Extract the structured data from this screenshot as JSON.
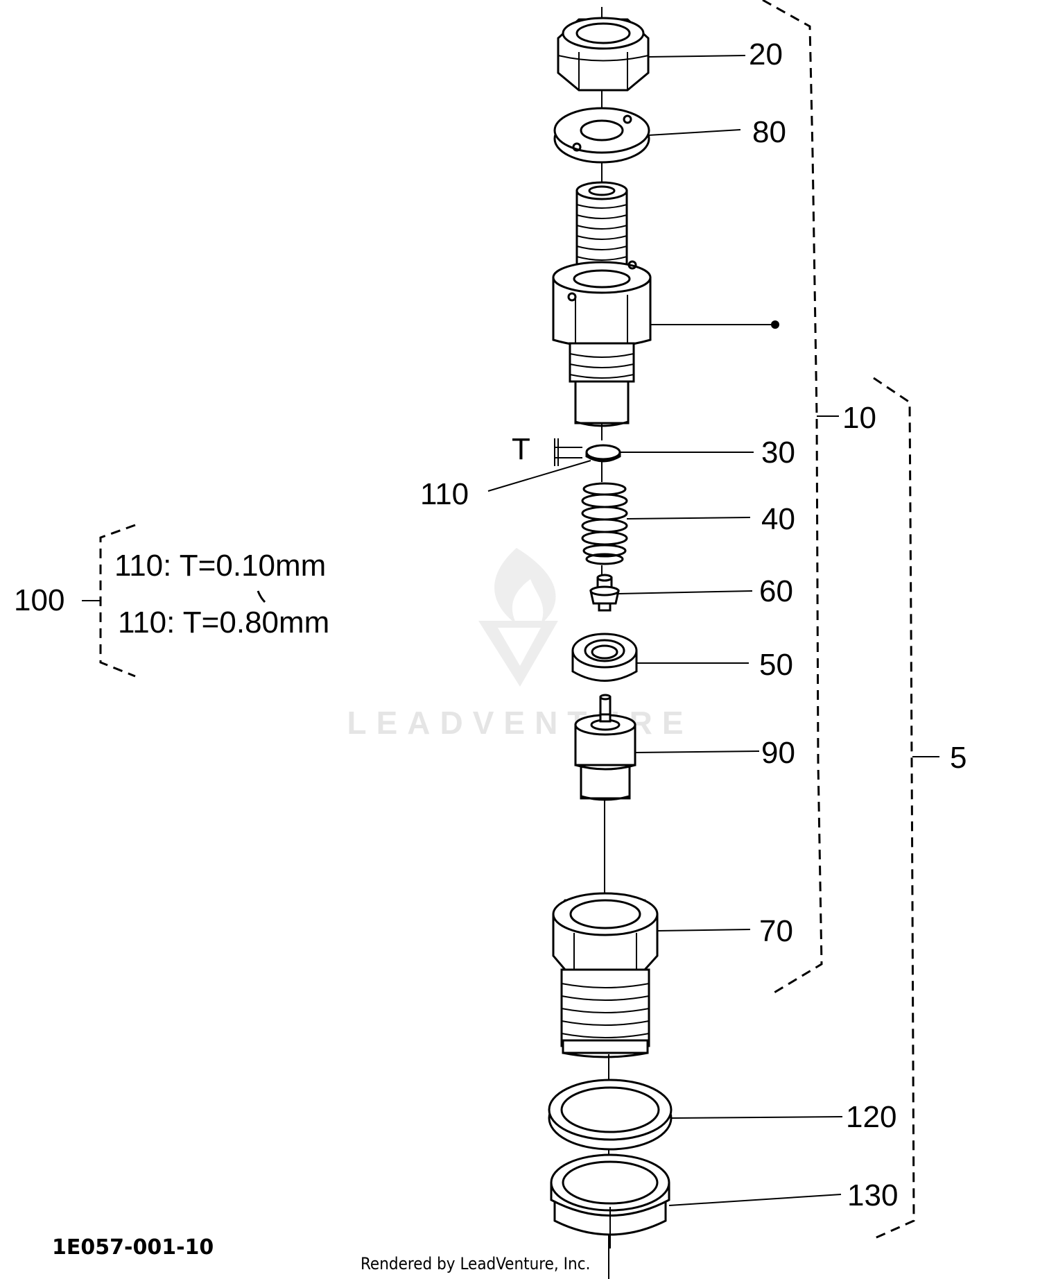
{
  "callouts": {
    "c20": "20",
    "c80": "80",
    "c10": "10",
    "c5": "5",
    "c30": "30",
    "c110": "110",
    "c40": "40",
    "c60": "60",
    "c50": "50",
    "c90": "90",
    "c70": "70",
    "c120": "120",
    "c130": "130",
    "cT": "T"
  },
  "kit": {
    "label": "100",
    "options": [
      "110:  T=0.10mm",
      "110:  T=0.80mm"
    ]
  },
  "figure_code": "1E057-001-10",
  "credit": "Rendered by LeadVenture, Inc.",
  "watermark": "LEADVENTURE"
}
